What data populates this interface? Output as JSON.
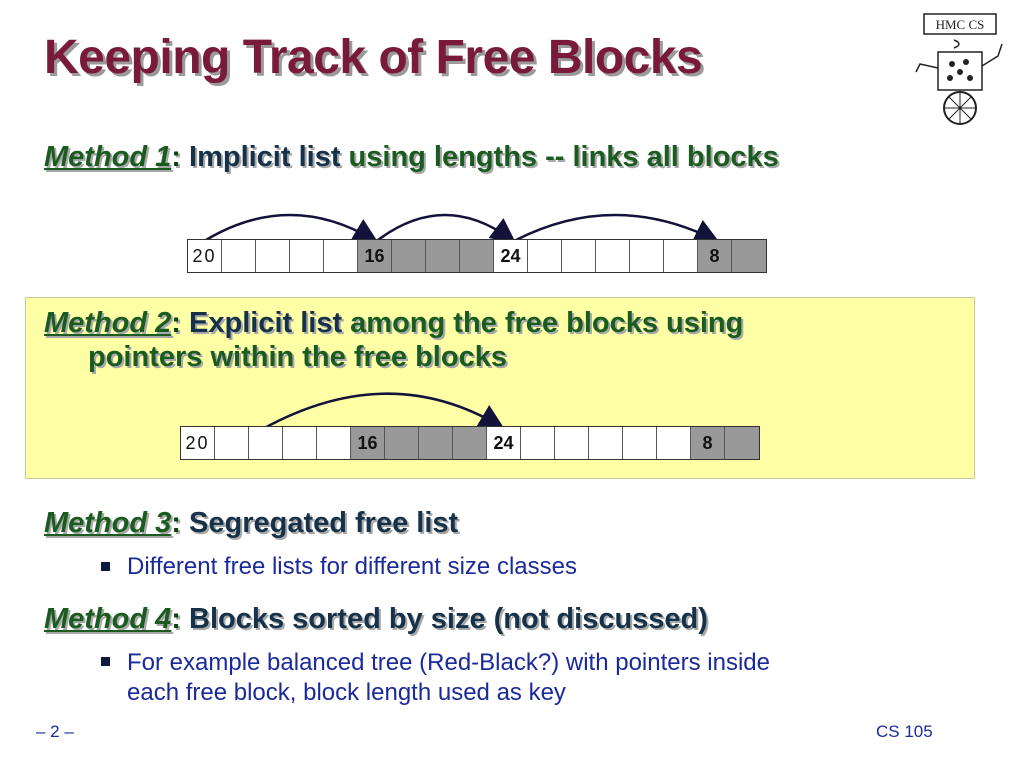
{
  "title": "Keeping Track of Free Blocks",
  "logo": {
    "text": "HMC CS"
  },
  "method1": {
    "name": "Method 1",
    "colon": ":",
    "rest_a": " Implicit list ",
    "rest_b": "using lengths -- links all blocks",
    "blocks": [
      {
        "label": "20",
        "kind": "free"
      },
      {
        "label": "",
        "kind": "free"
      },
      {
        "label": "",
        "kind": "free"
      },
      {
        "label": "",
        "kind": "free"
      },
      {
        "label": "",
        "kind": "free"
      },
      {
        "label": "16",
        "kind": "alloc"
      },
      {
        "label": "",
        "kind": "alloc"
      },
      {
        "label": "",
        "kind": "alloc"
      },
      {
        "label": "",
        "kind": "alloc"
      },
      {
        "label": "24",
        "kind": "free"
      },
      {
        "label": "",
        "kind": "free"
      },
      {
        "label": "",
        "kind": "free"
      },
      {
        "label": "",
        "kind": "free"
      },
      {
        "label": "",
        "kind": "free"
      },
      {
        "label": "",
        "kind": "free"
      },
      {
        "label": "8",
        "kind": "alloc"
      },
      {
        "label": "",
        "kind": "alloc"
      }
    ]
  },
  "method2": {
    "name": "Method 2",
    "colon": ":",
    "rest_a": " Explicit list ",
    "rest_b": "among the free blocks using",
    "line2": "pointers within the free blocks",
    "blocks": [
      {
        "label": "20",
        "kind": "free"
      },
      {
        "label": "",
        "kind": "free"
      },
      {
        "label": "",
        "kind": "free"
      },
      {
        "label": "",
        "kind": "free"
      },
      {
        "label": "",
        "kind": "free"
      },
      {
        "label": "16",
        "kind": "alloc"
      },
      {
        "label": "",
        "kind": "alloc"
      },
      {
        "label": "",
        "kind": "alloc"
      },
      {
        "label": "",
        "kind": "alloc"
      },
      {
        "label": "24",
        "kind": "free"
      },
      {
        "label": "",
        "kind": "free"
      },
      {
        "label": "",
        "kind": "free"
      },
      {
        "label": "",
        "kind": "free"
      },
      {
        "label": "",
        "kind": "free"
      },
      {
        "label": "",
        "kind": "free"
      },
      {
        "label": "8",
        "kind": "alloc"
      },
      {
        "label": "",
        "kind": "alloc"
      }
    ]
  },
  "method3": {
    "name": "Method 3",
    "colon": ":",
    "rest": " Segregated free list",
    "bullet": "Different free lists for different size classes"
  },
  "method4": {
    "name": "Method 4",
    "colon": ":",
    "rest": " Blocks sorted by size (not discussed)",
    "bullet_line1": "For example balanced tree (Red-Black?) with pointers inside",
    "bullet_line2": "each free block, block length used as key"
  },
  "footer": {
    "page": "– 2 –",
    "course": "CS 105"
  },
  "colors": {
    "title": "#7a1a3a",
    "highlight": "#ffffa6",
    "allocated": "#999999",
    "bullet_text": "#1a2a9a"
  }
}
